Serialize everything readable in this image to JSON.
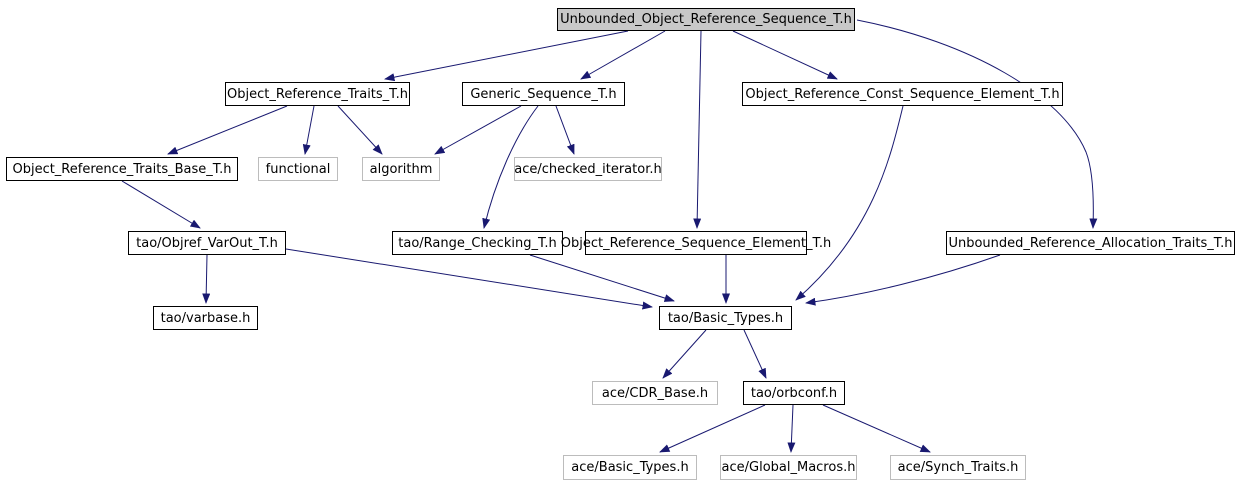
{
  "diagram_type": "include-dependency-graph",
  "colors": {
    "edge": "#191970",
    "internal_node_border": "#000000",
    "external_node_border": "#bcbcbc",
    "root_node_fill": "#c8c8c8",
    "node_fill": "#ffffff",
    "text": "#000000",
    "background": "#ffffff"
  },
  "nodes": [
    {
      "id": "unbounded-object-reference-sequence-t-h",
      "label": "Unbounded_Object_Reference_Sequence_T.h",
      "type": "root"
    },
    {
      "id": "object-reference-traits-t-h",
      "label": "Object_Reference_Traits_T.h",
      "type": "internal"
    },
    {
      "id": "generic-sequence-t-h",
      "label": "Generic_Sequence_T.h",
      "type": "internal"
    },
    {
      "id": "object-reference-const-sequence-element-t-h",
      "label": "Object_Reference_Const_Sequence_Element_T.h",
      "type": "internal"
    },
    {
      "id": "object-reference-traits-base-t-h",
      "label": "Object_Reference_Traits_Base_T.h",
      "type": "internal"
    },
    {
      "id": "functional",
      "label": "functional",
      "type": "external"
    },
    {
      "id": "algorithm",
      "label": "algorithm",
      "type": "external"
    },
    {
      "id": "ace-checked-iterator-h",
      "label": "ace/checked_iterator.h",
      "type": "external"
    },
    {
      "id": "tao-objref-varout-t-h",
      "label": "tao/Objref_VarOut_T.h",
      "type": "internal"
    },
    {
      "id": "tao-range-checking-t-h",
      "label": "tao/Range_Checking_T.h",
      "type": "internal"
    },
    {
      "id": "object-reference-sequence-element-t-h",
      "label": "Object_Reference_Sequence_Element_T.h",
      "type": "internal"
    },
    {
      "id": "unbounded-reference-allocation-traits-t-h",
      "label": "Unbounded_Reference_Allocation_Traits_T.h",
      "type": "internal"
    },
    {
      "id": "tao-varbase-h",
      "label": "tao/varbase.h",
      "type": "internal"
    },
    {
      "id": "tao-basic-types-h",
      "label": "tao/Basic_Types.h",
      "type": "internal"
    },
    {
      "id": "ace-cdr-base-h",
      "label": "ace/CDR_Base.h",
      "type": "external"
    },
    {
      "id": "tao-orbconf-h",
      "label": "tao/orbconf.h",
      "type": "internal"
    },
    {
      "id": "ace-basic-types-h",
      "label": "ace/Basic_Types.h",
      "type": "external"
    },
    {
      "id": "ace-global-macros-h",
      "label": "ace/Global_Macros.h",
      "type": "external"
    },
    {
      "id": "ace-synch-traits-h",
      "label": "ace/Synch_Traits.h",
      "type": "external"
    }
  ],
  "edges": [
    {
      "from": "unbounded-object-reference-sequence-t-h",
      "to": "object-reference-traits-t-h"
    },
    {
      "from": "unbounded-object-reference-sequence-t-h",
      "to": "generic-sequence-t-h"
    },
    {
      "from": "unbounded-object-reference-sequence-t-h",
      "to": "object-reference-const-sequence-element-t-h"
    },
    {
      "from": "unbounded-object-reference-sequence-t-h",
      "to": "object-reference-sequence-element-t-h"
    },
    {
      "from": "unbounded-object-reference-sequence-t-h",
      "to": "unbounded-reference-allocation-traits-t-h"
    },
    {
      "from": "object-reference-traits-t-h",
      "to": "object-reference-traits-base-t-h"
    },
    {
      "from": "object-reference-traits-t-h",
      "to": "functional"
    },
    {
      "from": "object-reference-traits-t-h",
      "to": "algorithm"
    },
    {
      "from": "generic-sequence-t-h",
      "to": "algorithm"
    },
    {
      "from": "generic-sequence-t-h",
      "to": "tao-range-checking-t-h"
    },
    {
      "from": "generic-sequence-t-h",
      "to": "ace-checked-iterator-h"
    },
    {
      "from": "object-reference-const-sequence-element-t-h",
      "to": "tao-basic-types-h"
    },
    {
      "from": "object-reference-traits-base-t-h",
      "to": "tao-objref-varout-t-h"
    },
    {
      "from": "tao-objref-varout-t-h",
      "to": "tao-varbase-h"
    },
    {
      "from": "tao-objref-varout-t-h",
      "to": "tao-basic-types-h"
    },
    {
      "from": "tao-range-checking-t-h",
      "to": "tao-basic-types-h"
    },
    {
      "from": "object-reference-sequence-element-t-h",
      "to": "tao-basic-types-h"
    },
    {
      "from": "unbounded-reference-allocation-traits-t-h",
      "to": "tao-basic-types-h"
    },
    {
      "from": "tao-basic-types-h",
      "to": "ace-cdr-base-h"
    },
    {
      "from": "tao-basic-types-h",
      "to": "tao-orbconf-h"
    },
    {
      "from": "tao-orbconf-h",
      "to": "ace-basic-types-h"
    },
    {
      "from": "tao-orbconf-h",
      "to": "ace-global-macros-h"
    },
    {
      "from": "tao-orbconf-h",
      "to": "ace-synch-traits-h"
    }
  ]
}
